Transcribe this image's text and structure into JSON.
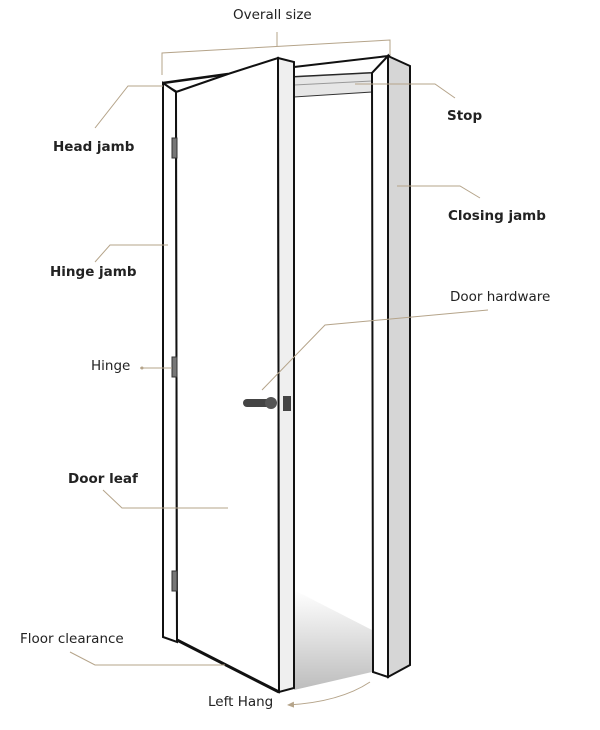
{
  "title": "Overall size",
  "labels": {
    "head_jamb": "Head jamb",
    "stop": "Stop",
    "closing_jamb": "Closing jamb",
    "hinge_jamb": "Hinge jamb",
    "door_hardware": "Door hardware",
    "hinge": "Hinge",
    "door_leaf": "Door leaf",
    "floor_clearance": "Floor clearance",
    "left_hang": "Left Hang"
  },
  "colors": {
    "leader": "#b5a48a",
    "outline": "#111111",
    "jamb_side": "#d6d6d6"
  }
}
